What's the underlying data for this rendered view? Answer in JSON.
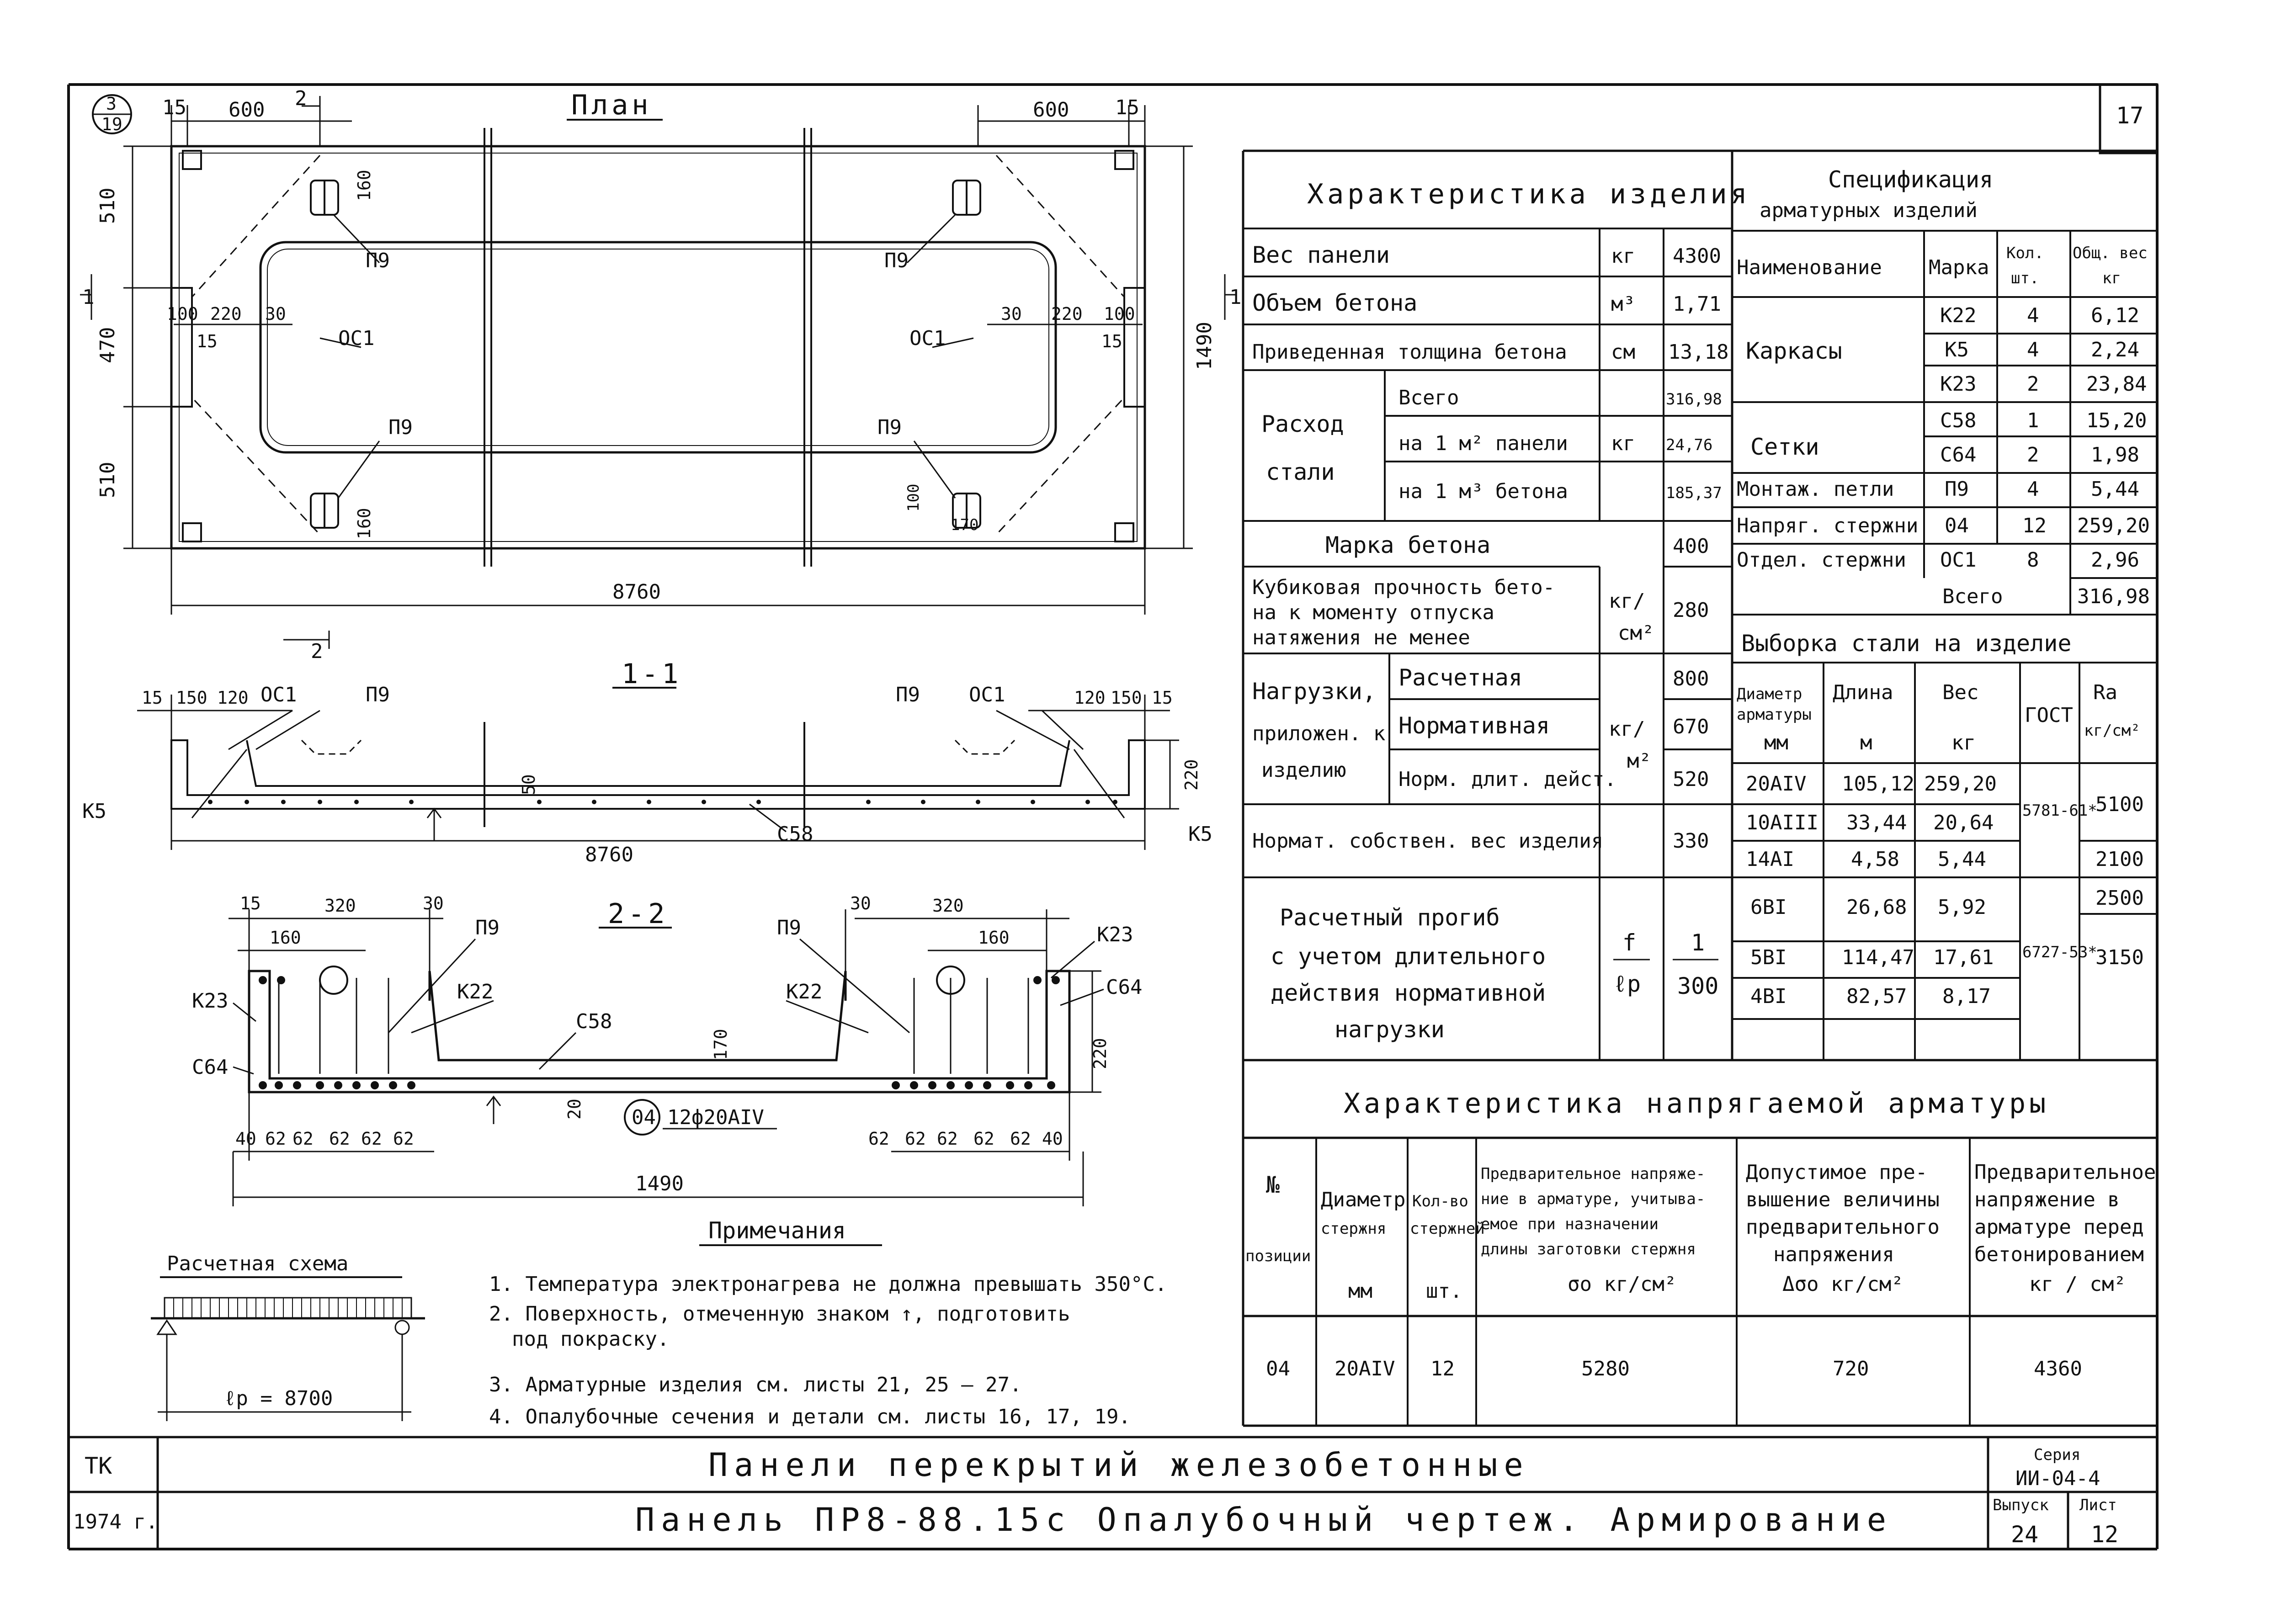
{
  "sheet": {
    "number": "17",
    "header_ref_top": "3",
    "header_ref_bot": "19"
  },
  "plan": {
    "title": "План",
    "dims": {
      "d15a": "15",
      "d600a": "600",
      "d2": "2",
      "d600b": "600",
      "d15b": "15",
      "d510a": "510",
      "d470": "470",
      "d510b": "510",
      "d1490": "1490",
      "d100a": "100",
      "d220a": "220",
      "d30a": "30",
      "d15c": "15",
      "d30b": "30",
      "d220b": "220",
      "d100b": "100",
      "d15d": "15",
      "d160a": "160",
      "d160b": "160",
      "d100c": "100",
      "d170": "170",
      "d8760": "8760"
    },
    "labels": {
      "p9a": "П9",
      "p9b": "П9",
      "p9c": "П9",
      "p9d": "П9",
      "oc1a": "ОС1",
      "oc1b": "ОС1",
      "cut1": "1",
      "cut2": "2"
    }
  },
  "section11": {
    "title": "1-1",
    "dims": {
      "d15": "15",
      "d150": "150",
      "d120": "120",
      "d120b": "120",
      "d150b": "150",
      "d15b": "15",
      "d50": "50",
      "d220": "220",
      "d8760": "8760"
    },
    "labels": {
      "oc1a": "ОС1",
      "p9a": "П9",
      "p9b": "П9",
      "oc1b": "ОС1",
      "k5a": "К5",
      "k5b": "К5",
      "c58": "С58"
    }
  },
  "section22": {
    "title": "2-2",
    "dims": {
      "d15": "15",
      "d320a": "320",
      "d30a": "30",
      "d30b": "30",
      "d320b": "320",
      "d160a": "160",
      "d160b": "160",
      "d170": "170",
      "d220": "220",
      "d20": "20",
      "d40a": "40",
      "d62": "62",
      "d40b": "40",
      "d1490": "1490"
    },
    "labels": {
      "p9a": "П9",
      "p9b": "П9",
      "k23a": "К23",
      "k23b": "К23",
      "k22a": "К22",
      "k22b": "К22",
      "c58": "С58",
      "c64a": "С64",
      "c64b": "С64",
      "pos04": "04",
      "bars": "12ф20АIV"
    }
  },
  "scheme": {
    "title": "Расчетная схема",
    "span": "ℓр = 8700"
  },
  "notes": {
    "title": "Примечания",
    "items": [
      "1. Температура электронагрева не должна превышать 350°С.",
      "2. Поверхность, отмеченную знаком ↑, подготовить",
      "под покраску.",
      "3. Арматурные изделия см. листы 21, 25 — 27.",
      "4. Опалубочные сечения и детали см. листы 16, 17, 19."
    ]
  },
  "char_table": {
    "title": "Характеристика изделия",
    "rows": {
      "weight": {
        "name": "Вес панели",
        "unit": "кг",
        "value": "4300"
      },
      "volume": {
        "name": "Объем бетона",
        "unit": "м³",
        "value": "1,71"
      },
      "thick": {
        "name": "Приведенная толщина бетона",
        "unit": "см",
        "value": "13,18"
      },
      "steel": {
        "name1": "Расход",
        "name2": "стали",
        "unit": "кг",
        "sub1": "Всего",
        "val1": "316,98",
        "sub2": "на 1 м² панели",
        "val2": "24,76",
        "sub3": "на 1 м³ бетона",
        "val3": "185,37"
      },
      "grade": {
        "name": "Марка бетона",
        "value": "400"
      },
      "cube": {
        "l1": "Кубиковая прочность бето-",
        "l2": "на к моменту отпуска",
        "l3": "натяжения не менее",
        "unit1": "кг/",
        "unit2": "см²",
        "value": "280"
      },
      "loads": {
        "l1": "Нагрузки,",
        "l2": "приложен. к",
        "l3": "изделию",
        "unit1": "кг/",
        "unit2": "м²",
        "sub1": "Расчетная",
        "val1": "800",
        "sub2": "Нормативная",
        "val2": "670",
        "sub3": "Норм. длит. дейст.",
        "val3": "520"
      },
      "own": {
        "name": "Нормат. собствен. вес изделия",
        "value": "330"
      },
      "defl": {
        "l1": "Расчетный прогиб",
        "l2": "с учетом длительного",
        "l3": "действия нормативной",
        "l4": "нагрузки",
        "unit_top": "f",
        "unit_bot": "ℓр",
        "val_top": "1",
        "val_bot": "300"
      }
    }
  },
  "spec_table": {
    "title1": "Спецификация",
    "title2": "арматурных изделий",
    "headers": {
      "name": "Наименование",
      "mark": "Марка",
      "qty1": "Кол.",
      "qty2": "шт.",
      "wt1": "Общ. вес",
      "wt2": "кг"
    },
    "groups": {
      "frames": "Каркасы",
      "nets": "Сетки",
      "loops": "Монтаж. петли",
      "tens": "Напряг. стержни",
      "sep": "Отдел. стержни"
    },
    "rows": [
      {
        "mark": "К22",
        "qty": "4",
        "wt": "6,12"
      },
      {
        "mark": "К5",
        "qty": "4",
        "wt": "2,24"
      },
      {
        "mark": "К23",
        "qty": "2",
        "wt": "23,84"
      },
      {
        "mark": "С58",
        "qty": "1",
        "wt": "15,20"
      },
      {
        "mark": "С64",
        "qty": "2",
        "wt": "1,98"
      },
      {
        "mark": "П9",
        "qty": "4",
        "wt": "5,44"
      },
      {
        "mark": "04",
        "qty": "12",
        "wt": "259,20"
      },
      {
        "mark": "ОС1",
        "qty": "8",
        "wt": "2,96"
      }
    ],
    "total_label": "Всего",
    "total": "316,98"
  },
  "steel_table": {
    "title": "Выборка стали на изделие",
    "headers": {
      "diam1": "Диаметр",
      "diam2": "арматуры",
      "diam3": "мм",
      "len1": "Длина",
      "len2": "м",
      "wt1": "Вес",
      "wt2": "кг",
      "gost": "ГОСТ",
      "ra1": "Rа",
      "ra2": "кг/см²"
    },
    "rows": [
      {
        "d": "20АIV",
        "l": "105,12",
        "w": "259,20"
      },
      {
        "d": "10АIII",
        "l": "33,44",
        "w": "20,64"
      },
      {
        "d": "14АI",
        "l": "4,58",
        "w": "5,44"
      },
      {
        "d": "6ВI",
        "l": "26,68",
        "w": "5,92"
      },
      {
        "d": "5ВI",
        "l": "114,47",
        "w": "17,61"
      },
      {
        "d": "4ВI",
        "l": "82,57",
        "w": "8,17"
      }
    ],
    "gost1": "5781-61*",
    "gost2": "6727-53*",
    "ra": [
      "5100",
      "2100",
      "2500",
      "3150"
    ]
  },
  "tension_table": {
    "title": "Характеристика напрягаемой арматуры",
    "headers": {
      "pos1": "№",
      "pos2": "позиции",
      "diam1": "Диаметр",
      "diam2": "стержня",
      "diam3": "мм",
      "qty1": "Кол-во",
      "qty2": "стержней",
      "qty3": "шт.",
      "s1": "Предварительное напряже-",
      "s2": "ние в арматуре, учитыва-",
      "s3": "емое при назначении",
      "s4": "длины заготовки стержня",
      "s5": "σо  кг/см²",
      "a1": "Допустимое пре-",
      "a2": "вышение величины",
      "a3": "предварительного",
      "a4": "напряжения",
      "a5": "Δσо  кг/см²",
      "b1": "Предварительное",
      "b2": "напряжение в",
      "b3": "арматуре перед",
      "b4": "бетонированием",
      "b5": "кг / см²"
    },
    "row": {
      "pos": "04",
      "diam": "20АIV",
      "qty": "12",
      "s": "5280",
      "a": "720",
      "b": "4360"
    }
  },
  "title_block": {
    "org": "ТК",
    "year": "1974 г.",
    "line1": "Панели перекрытий железобетонные",
    "line2": "Панель ПР8-88.15с  Опалубочный чертеж. Армирование",
    "series_label": "Серия",
    "series": "ИИ-04-4",
    "issue_label": "Выпуск",
    "issue": "24",
    "sheet_label": "Лист",
    "sheet": "12"
  }
}
